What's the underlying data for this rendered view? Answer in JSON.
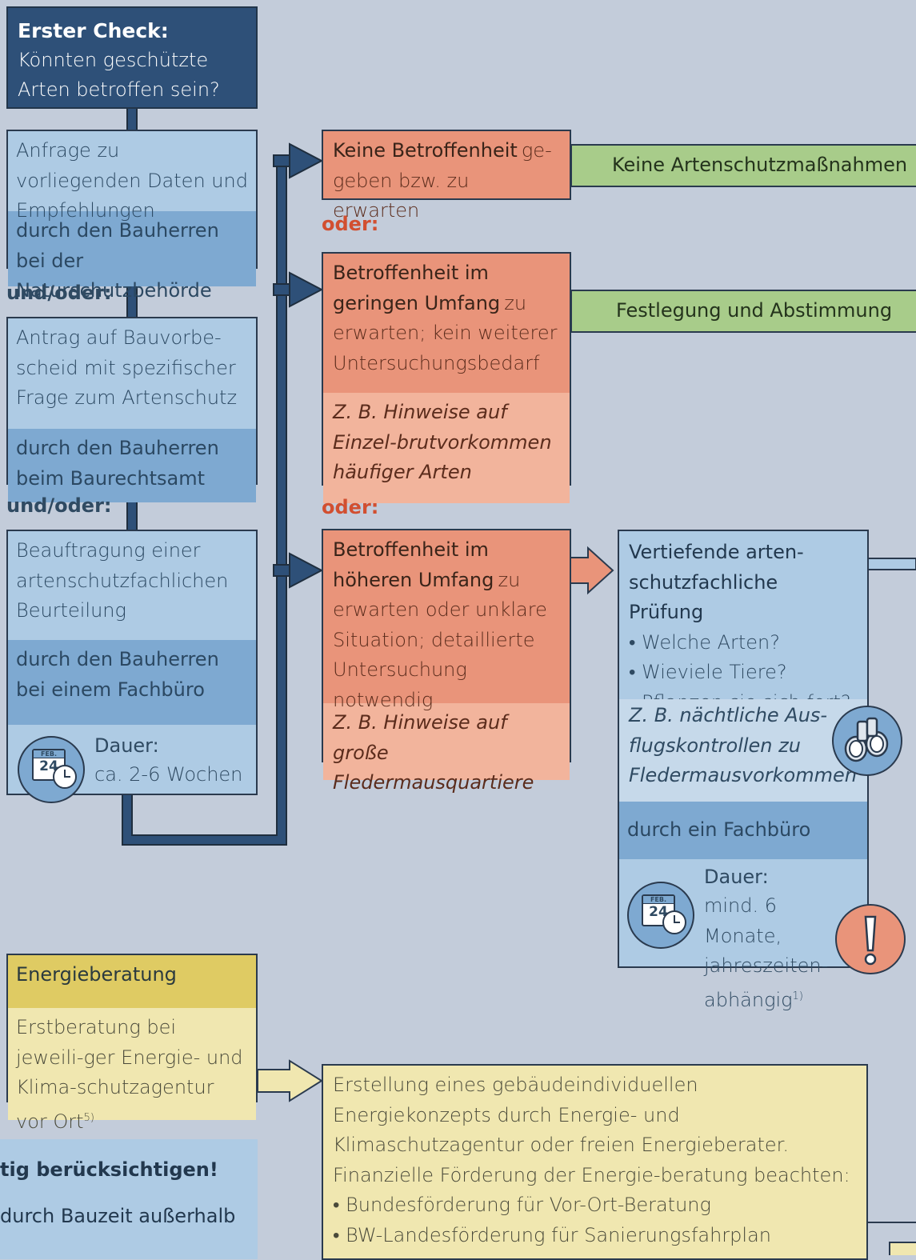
{
  "header": {
    "title": "Erster Check:",
    "subtitle": "Könnten geschützte Arten betroffen sein?"
  },
  "step1": {
    "text": "Anfrage zu vorliegenden Daten und Empfehlungen",
    "by": "durch den Bauherren bei der Naturschutzbehörde"
  },
  "connector1": "und/oder:",
  "step2": {
    "text": "Antrag auf Bauvorbe-scheid mit spezifischer Frage zum Artenschutz",
    "by": "durch den Bauherren beim Baurechtsamt"
  },
  "connector2": "und/oder:",
  "step3": {
    "text": "Beauftragung einer artenschutzfachlichen Beurteilung",
    "by": "durch den Bauherren bei einem Fachbüro",
    "duration_label": "Dauer:",
    "duration_value": "ca. 2-6 Wochen",
    "calendar_month": "FEB.",
    "calendar_day": "24"
  },
  "outcome1": {
    "bold": "Keine Betroffenheit",
    "rest": "ge-geben bzw. zu erwarten",
    "result": "Keine Artenschutzmaßnahmen"
  },
  "or1": "oder:",
  "outcome2": {
    "bold": "Betroffenheit im geringen Umfang",
    "rest": "zu erwarten; kein weiterer Untersuchungsbedarf",
    "example": "Z. B. Hinweise auf Einzel-brutvorkommen häufiger Arten",
    "result": "Festlegung und Abstimmung"
  },
  "or2": "oder:",
  "outcome3": {
    "bold": "Betroffenheit im höheren Umfang",
    "rest": "zu erwarten oder unklare Situation; detaillierte Untersuchung notwendig",
    "example": "Z. B. Hinweise auf große Fledermausquartiere"
  },
  "deep_check": {
    "title": "Vertiefende arten-schutzfachliche Prüfung",
    "bullets": [
      "Welche Arten?",
      "Wieviele Tiere?",
      "Pflanzen sie sich fort?"
    ],
    "example": "Z. B. nächtliche Aus-flugskontrollen zu Fledermausvorkommen",
    "by": "durch ein Fachbüro",
    "duration_label": "Dauer:",
    "duration_value": "mind. 6 Monate, jahreszeiten-abhängig",
    "footnote": "1)",
    "calendar_month": "FEB.",
    "calendar_day": "24"
  },
  "energy": {
    "title": "Energieberatung",
    "text": "Erstberatung bei jeweili-ger Energie- und Klima-schutzagentur vor Ort",
    "footnote": "5)"
  },
  "energy_concept": {
    "text": "Erstellung eines gebäudeindividuellen Energiekonzepts durch Energie- und Klimaschutzagentur oder freien Energieberater. Finanzielle Förderung der Energie-beratung beachten:",
    "bullets": [
      "Bundesförderung für Vor-Ort-Beratung",
      "BW-Landesförderung für Sanierungsfahrplan"
    ]
  },
  "note": {
    "title": "tig berücksichtigen!",
    "text": "durch Bauzeit außerhalb"
  },
  "colors": {
    "background": "#c3ccda",
    "header": "#2e5078",
    "light_blue": "#aecbe4",
    "mid_blue": "#7ea9d1",
    "orange": "#e9947a",
    "light_orange": "#f2b49c",
    "green": "#a8cc8a",
    "yellow": "#dfcb63",
    "light_yellow": "#f0e7b0"
  }
}
